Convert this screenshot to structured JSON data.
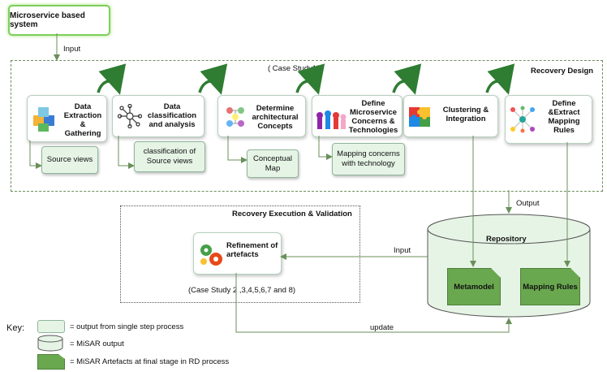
{
  "system": {
    "label": "Microservice based system",
    "input_label": "Input"
  },
  "recovery_design": {
    "title": "Recovery Design",
    "case_study": "( Case Study1)",
    "steps": [
      {
        "label": "Data Extraction & Gathering",
        "icon": "data-cubes-icon"
      },
      {
        "label": "Data classification and analysis",
        "icon": "network-graph-icon"
      },
      {
        "label": "Determine architectural Concepts",
        "icon": "concept-nodes-icon"
      },
      {
        "label": "Define Microservice Concerns & Technologies",
        "icon": "game-pieces-icon"
      },
      {
        "label": "Clustering & Integration",
        "icon": "puzzle-icon"
      },
      {
        "label": "Define &Extract Mapping Rules",
        "icon": "mapping-network-icon"
      }
    ],
    "outputs": [
      "Source views",
      "classification of Source views",
      "Conceptual Map",
      "Mapping concerns with technology"
    ],
    "output_label": "Output"
  },
  "execution": {
    "title": "Recovery Execution & Validation",
    "step": {
      "label": "Refinement of artefacts",
      "icon": "gears-icon"
    },
    "case_study": "(Case Study 2 ,3,4,5,6,7 and 8)",
    "input_label": "Input",
    "update_label": "update"
  },
  "repository": {
    "label": "Repository",
    "artefacts": [
      "Metamodel",
      "Mapping Rules"
    ]
  },
  "key": {
    "title": "Key:",
    "items": [
      "= output from single step process",
      "= MiSAR output",
      "= MiSAR Artefacts at final stage in RD process"
    ]
  },
  "colors": {
    "accent_green": "#6aa84f",
    "output_fill": "#e6f4e6",
    "repo_fill": "#e6f4e6",
    "border_green": "#6a8f5a"
  }
}
